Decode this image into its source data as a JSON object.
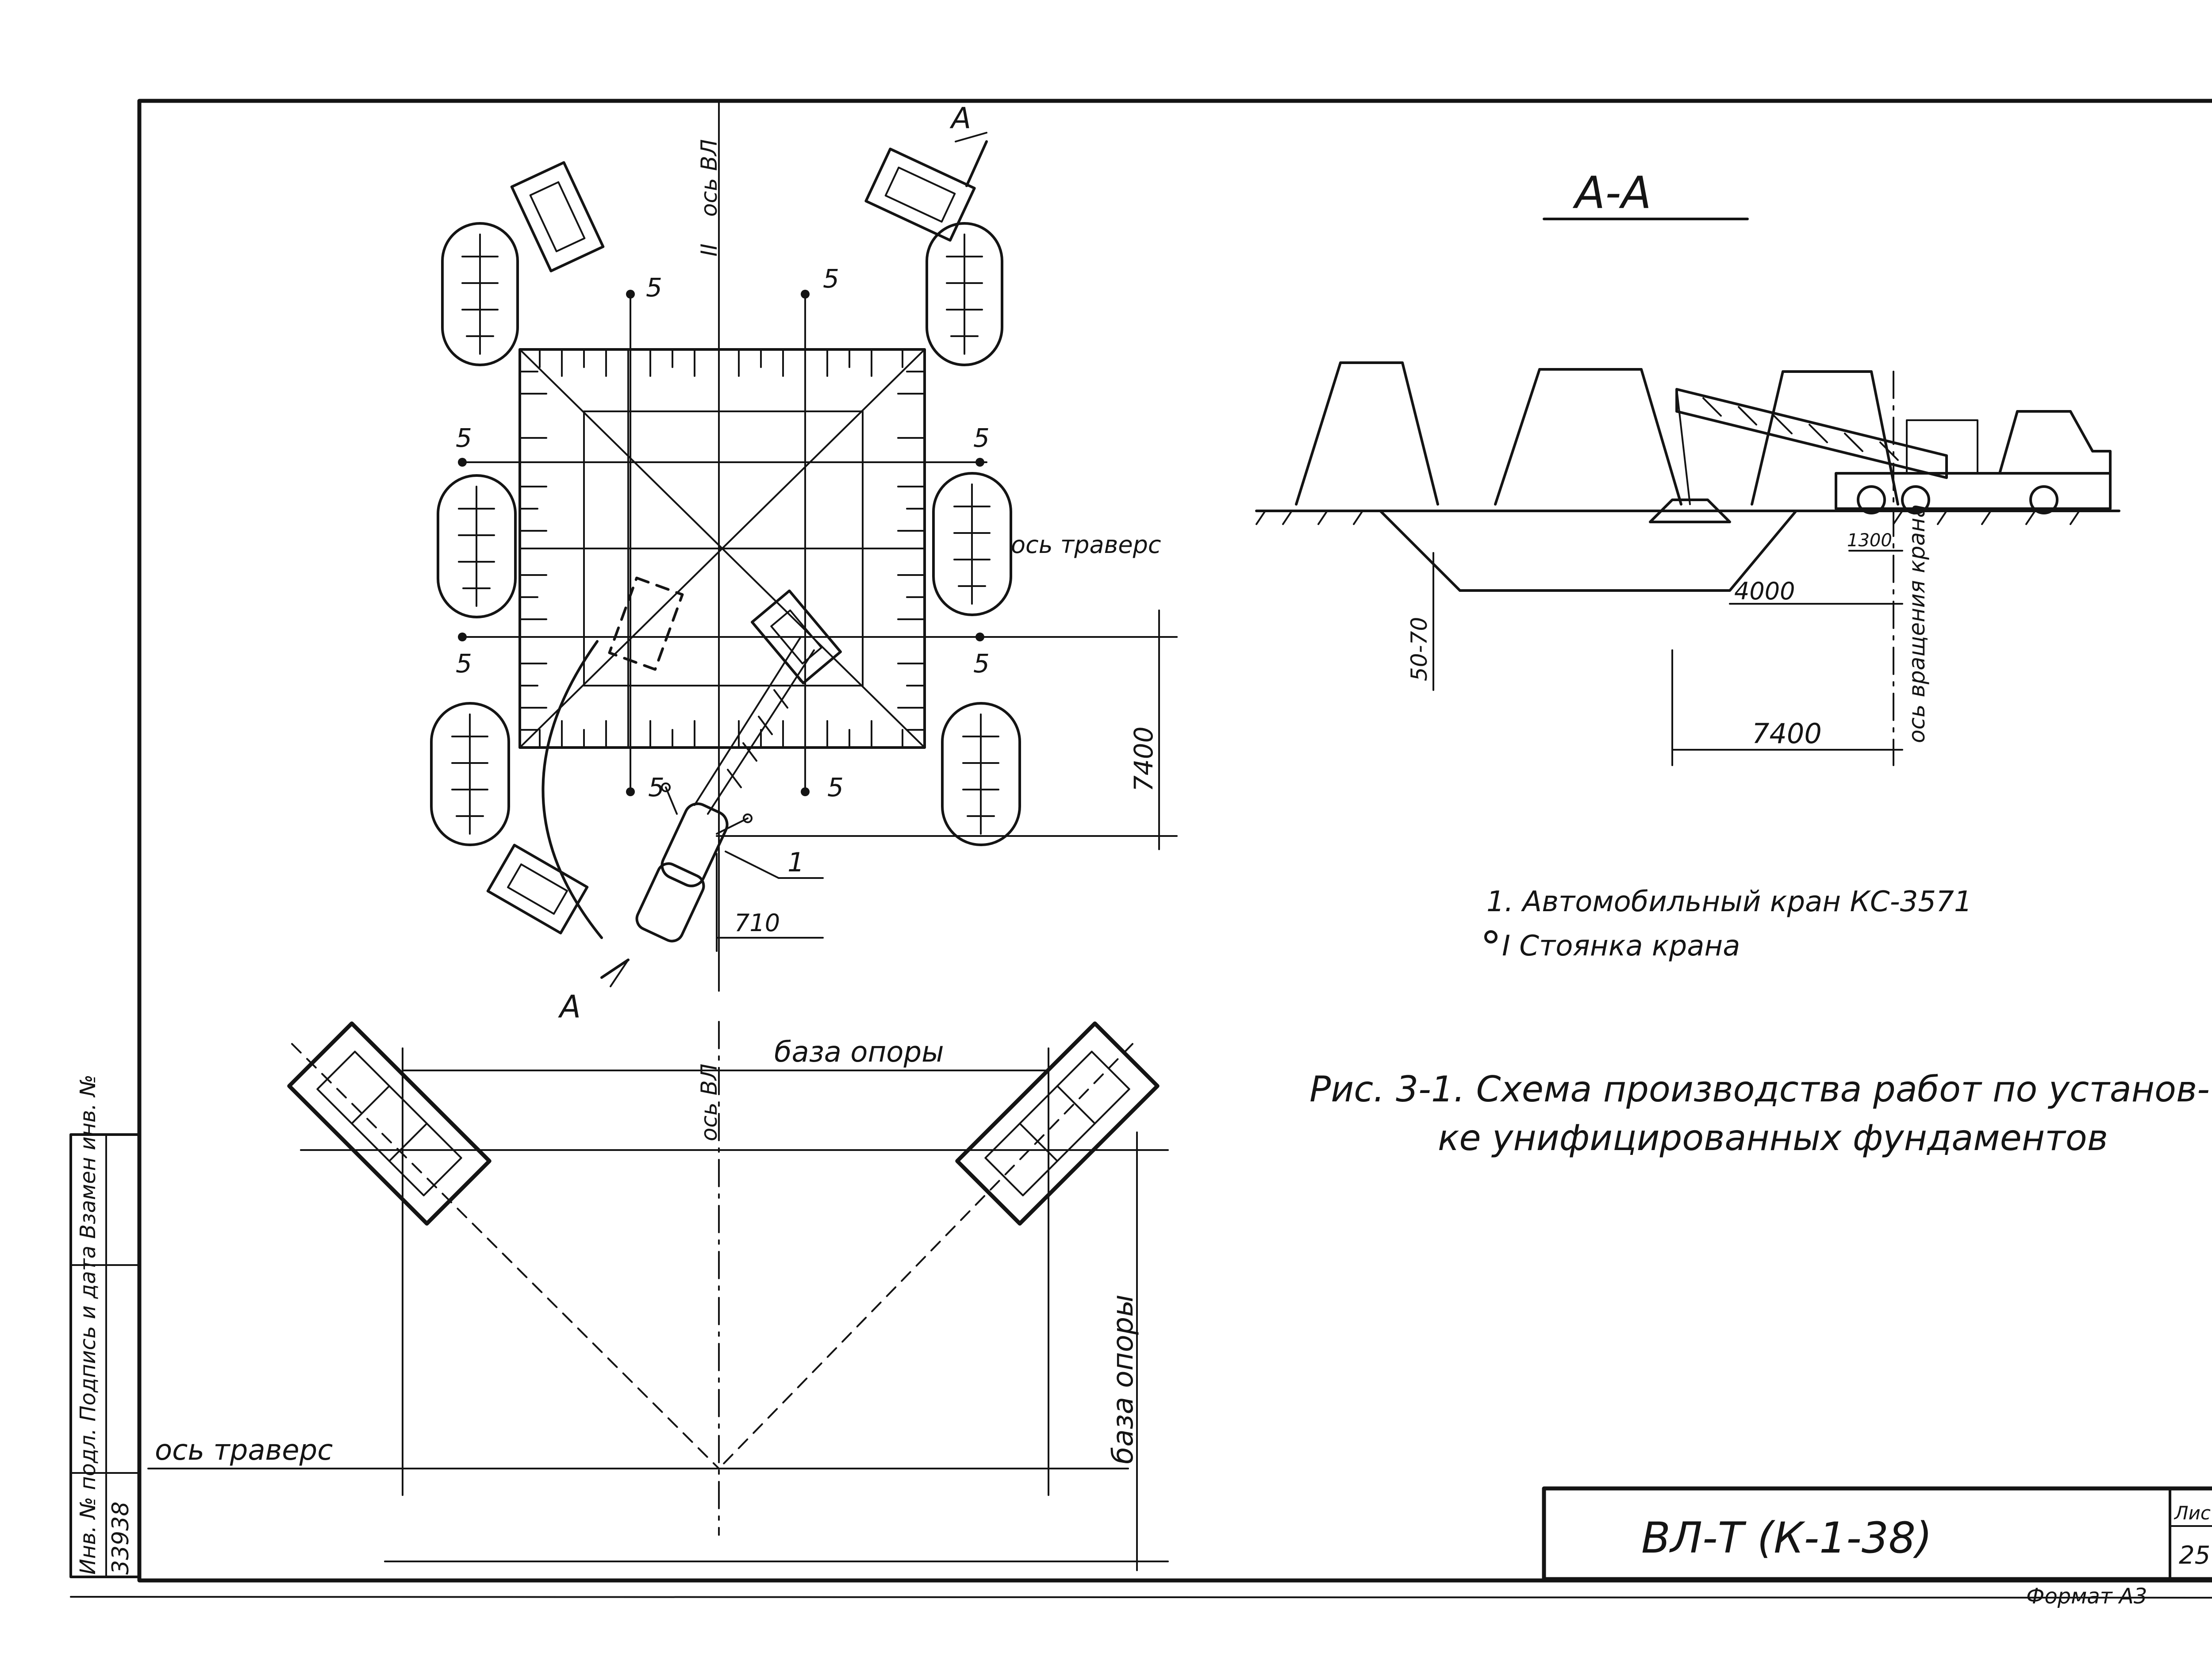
{
  "section": {
    "title": "А-А"
  },
  "plan": {
    "axis_vl": "ось ВЛ",
    "axis_marker": "ІІ",
    "axis_traverse": "ось траверс",
    "dim_7400": "7400",
    "dim_710": "710",
    "point_label": "5",
    "crane_callout": "1",
    "section_mark": "А"
  },
  "section_view": {
    "dim_1300": "1300",
    "dim_4000": "4000",
    "dim_50_70": "50-70",
    "dim_7400": "7400",
    "rotation_axis": "ось вращения крана"
  },
  "base_diagram": {
    "base_label_top": "база опоры",
    "base_label_right": "база опоры",
    "axis_vl": "ось ВЛ",
    "axis_traverse": "ось траверс"
  },
  "legend": {
    "item1": "1. Автомобильный кран КС-3571",
    "item2": "І Стоянка крана"
  },
  "caption": {
    "line1": "Рис. 3-1. Схема производства работ по установ-",
    "line2": "ке унифицированных фундаментов"
  },
  "sidebar": {
    "inv_label": "Инв. № подл. Подпись и дата Взамен инв. №",
    "inv_number": "33938"
  },
  "stamp": {
    "designation": "ВЛ-Т (К-1-38)",
    "sheet_label": "Лист",
    "sheet_number": "25",
    "format": "Формат А3"
  }
}
